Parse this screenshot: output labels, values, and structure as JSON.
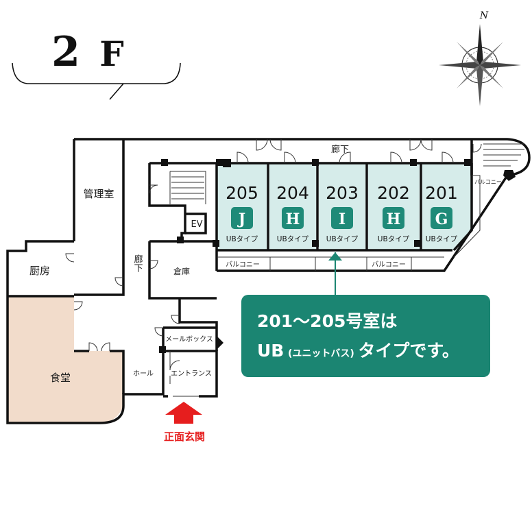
{
  "floor": {
    "number": "2",
    "suffix": "F"
  },
  "compass": {
    "north_label": "N"
  },
  "rooms": {
    "kanrishitsu": "管理室",
    "chubo": "厨房",
    "shokudo": "食堂",
    "soko": "倉庫",
    "ev": "EV",
    "mailbox": "メールボックス",
    "hall": "ホール",
    "entrance": "エントランス",
    "corridor_top": "廊下",
    "corridor_side": "廊下",
    "balcony_left": "バルコニー",
    "balcony_mid": "バルコニー",
    "balcony_right": "バルコニー"
  },
  "units": [
    {
      "number": "205",
      "type_letter": "J",
      "type_label": "UBタイプ"
    },
    {
      "number": "204",
      "type_letter": "H",
      "type_label": "UBタイプ"
    },
    {
      "number": "203",
      "type_letter": "I",
      "type_label": "UBタイプ"
    },
    {
      "number": "202",
      "type_letter": "H",
      "type_label": "UBタイプ"
    },
    {
      "number": "201",
      "type_letter": "G",
      "type_label": "UBタイプ"
    }
  ],
  "callout": {
    "line1": "201〜205号室は",
    "line2_main": "UB",
    "line2_paren": "(ユニットバス)",
    "line2_tail": "タイプです。"
  },
  "main_entrance": {
    "label": "正面玄関"
  },
  "colors": {
    "unit_fill": "#d6ecea",
    "badge_fill": "#1f8a78",
    "callout_fill": "#1b8572",
    "dining_fill": "#f2dccb",
    "arrow_red": "#e61e1e"
  }
}
